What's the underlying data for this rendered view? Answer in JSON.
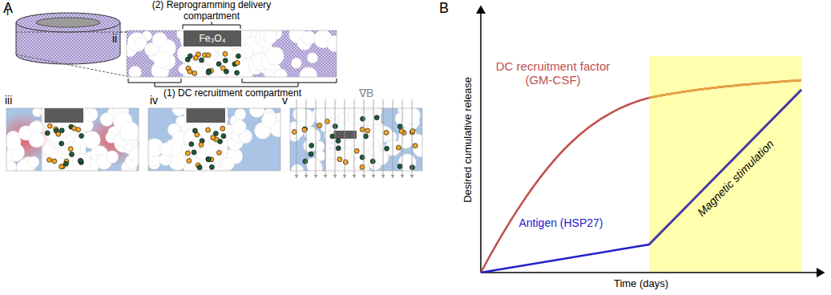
{
  "diagram": {
    "nodes": [
      {
        "text": [
          "Fe₃O₄"
        ]
      }
    ],
    "labels": [
      "A",
      "i",
      "ii",
      "(2) Reprogramming delivery compartment",
      "(1) DC recruitment compartment",
      "iii",
      "iv",
      "v",
      "∇B",
      "B",
      "Desired cumulative release",
      "DC recruitment factor (GM-CSF)",
      "Antigen (HSP27)",
      "Magnetic stimulation",
      "Time (days)"
    ]
  }
}
